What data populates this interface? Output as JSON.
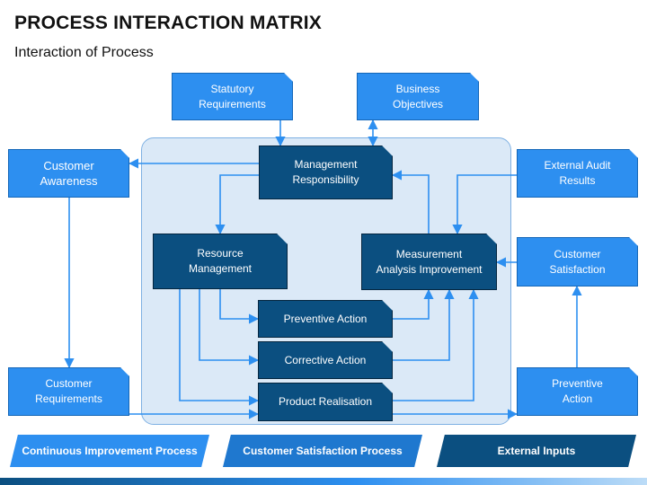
{
  "header": {
    "title": "PROCESS INTERACTION MATRIX",
    "subtitle": "Interaction of Process"
  },
  "colors": {
    "light_blue": "#2d8ff0",
    "dark_blue": "#0b4f80",
    "panel": "#dbe9f7",
    "connector": "#2d8ff0"
  },
  "outer_nodes": {
    "statutory": "Statutory\nRequirements",
    "business": "Business\nObjectives",
    "customer_awareness": "Customer\nAwareness",
    "external_audit": "External Audit\nResults",
    "customer_satisfaction": "Customer\nSatisfaction",
    "customer_requirements": "Customer\nRequirements",
    "preventive_action_outer": "Preventive\nAction"
  },
  "inner_nodes": {
    "management": "Management\nResponsibility",
    "resource": "Resource\nManagement",
    "measurement": "Measurement\nAnalysis Improvement",
    "preventive": "Preventive Action",
    "corrective": "Corrective Action",
    "product": "Product Realisation"
  },
  "legend": {
    "continuous": "Continuous Improvement Process",
    "customer_satisfaction": "Customer Satisfaction Process",
    "external": "External Inputs"
  }
}
